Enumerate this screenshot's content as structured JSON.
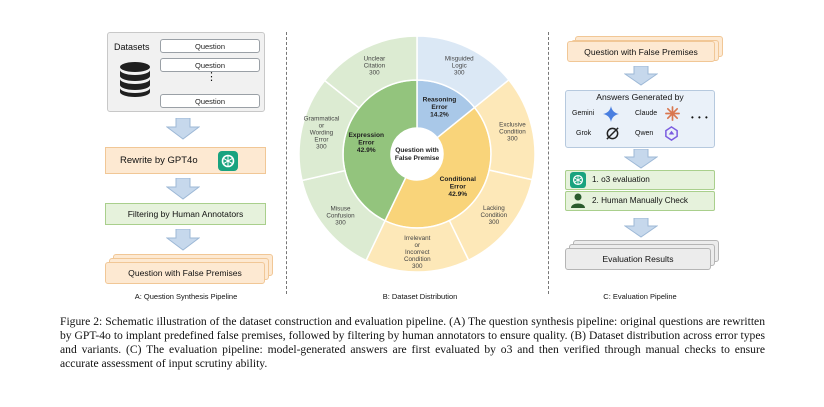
{
  "panel_a": {
    "datasets_label": "Datasets",
    "question_items": [
      "Question",
      "Question",
      "Question"
    ],
    "ellipsis": "⋮",
    "rewrite_label": "Rewrite by GPT4o",
    "filter_label": "Filtering by Human Annotators",
    "output_label": "Question with False Premises",
    "caption": "A: Question Synthesis Pipeline"
  },
  "panel_b": {
    "center_label": [
      "Question with",
      "False Premise"
    ],
    "caption": "B: Dataset Distribution",
    "inner": [
      {
        "name": [
          "Reasoning",
          "Error"
        ],
        "value": "14.2%",
        "color": "#a9c8e8"
      },
      {
        "name": [
          "Conditional",
          "Error"
        ],
        "value": "42.9%",
        "color": "#f9d47a"
      },
      {
        "name": [
          "Expression",
          "Error"
        ],
        "value": "42.9%",
        "color": "#93c47d"
      }
    ],
    "outer": [
      {
        "name": [
          "Misguided",
          "Logic"
        ],
        "value": "300",
        "color": "#dbe8f5"
      },
      {
        "name": [
          "Exclusive",
          "Condition"
        ],
        "value": "300",
        "color": "#fde8b8"
      },
      {
        "name": [
          "Lacking",
          "Condition"
        ],
        "value": "300",
        "color": "#fde8b8"
      },
      {
        "name": [
          "Irrelevant",
          "or",
          "Incorrect",
          "Condition"
        ],
        "value": "300",
        "color": "#fde8b8"
      },
      {
        "name": [
          "Misuse",
          "Confusion"
        ],
        "value": "300",
        "color": "#dcebd2"
      },
      {
        "name": [
          "Grammatical",
          "or",
          "Wording",
          "Error"
        ],
        "value": "300",
        "color": "#dcebd2"
      },
      {
        "name": [
          "Unclear",
          "Citation"
        ],
        "value": "300",
        "color": "#dcebd2"
      }
    ]
  },
  "panel_c": {
    "input_label": "Question with False Premises",
    "answers_title": "Answers Generated by",
    "models": [
      "Gemini",
      "Claude",
      "Grok",
      "Qwen"
    ],
    "more": "• • •",
    "eval_step1": "1. o3 evaluation",
    "eval_step2": "2. Human Manually Check",
    "results_label": "Evaluation Results",
    "caption": "C: Evaluation Pipeline"
  },
  "figure_caption": "Figure 2: Schematic illustration of the dataset construction and evaluation pipeline. (A) The question synthesis pipeline: original questions are rewritten by GPT-4o to implant predefined false premises, followed by filtering by human annotators to ensure quality. (B) Dataset distribution across error types and variants. (C) The evaluation pipeline: model-generated answers are first evaluated by o3 and then verified through manual checks to ensure accurate assessment of input scrutiny ability.",
  "colors": {
    "peach": "#fde9d2",
    "green": "#e6f2dc",
    "arrow": "#b7cde6",
    "reasoning": "#a9c8e8",
    "conditional": "#f9d47a",
    "expression": "#93c47d"
  }
}
